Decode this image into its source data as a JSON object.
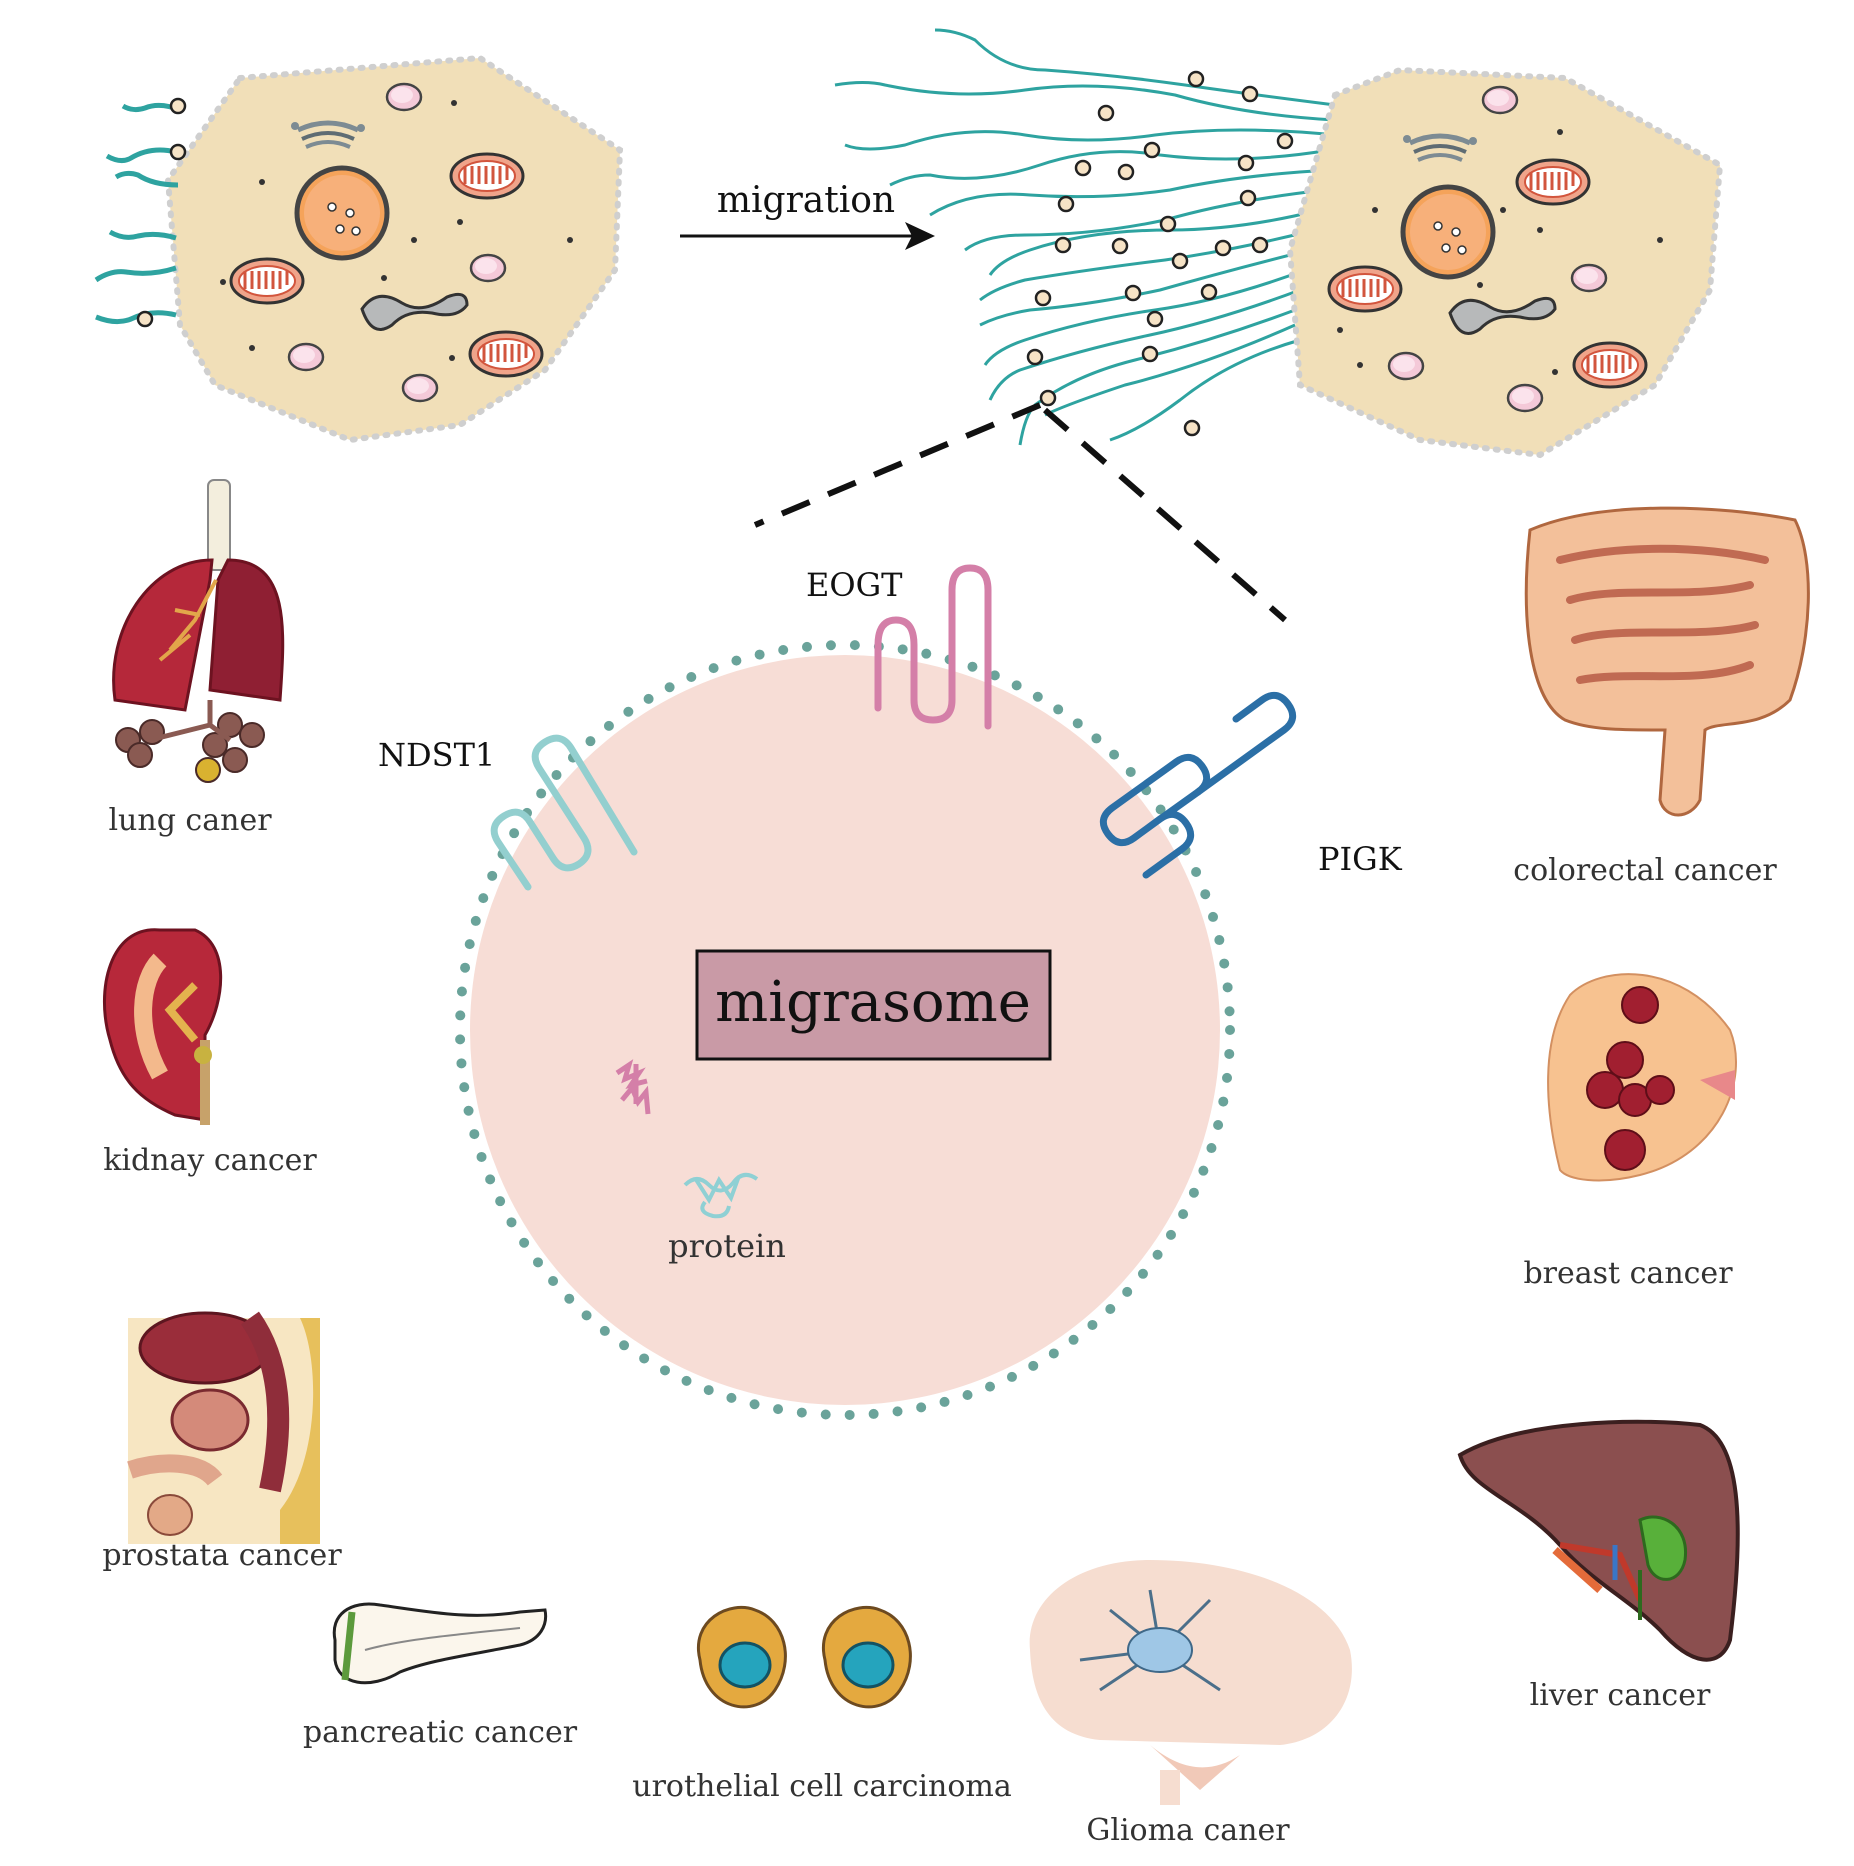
{
  "arrow_label": "migration",
  "center": {
    "title": "migrasome",
    "protein_label": "protein",
    "proteins": [
      "EOGT",
      "NDST1",
      "PIGK"
    ]
  },
  "cancers": {
    "lung": "lung caner",
    "kidney": "kidnay cancer",
    "prostate": "prostata cancer",
    "pancreatic": "pancreatic cancer",
    "urothelial": "urothelial cell carcinoma",
    "glioma": "Glioma caner",
    "liver": "liver cancer",
    "breast": "breast cancer",
    "colorectal": "colorectal cancer"
  },
  "colors": {
    "cell_fill": "#f1dfb8",
    "membrane_dot": "#c8c8c8",
    "retraction_fiber": "#2ea3a0",
    "migrasome_fill": "#f7ddd6",
    "migrasome_dots": "#6aa39a",
    "label_box": "#c99aa6",
    "eogt": "#d47fa8",
    "ndst1": "#93cfcf",
    "pigk": "#2b6fa6"
  }
}
